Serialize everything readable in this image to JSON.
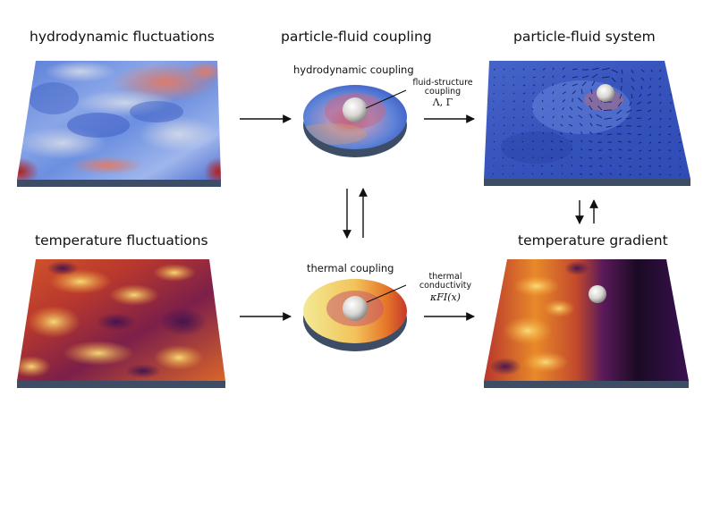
{
  "labels": {
    "hydro_fluct": "hydrodynamic fluctuations",
    "pf_coupling": "particle-fluid coupling",
    "pf_system": "particle-fluid system",
    "temp_fluct": "temperature fluctuations",
    "temp_gradient": "temperature gradient",
    "hydro_coupling": "hydrodynamic coupling",
    "thermal_coupling": "thermal coupling",
    "fs_coupling_1": "fluid-structure",
    "fs_coupling_2": "coupling",
    "fs_params": "Λ, Γ",
    "thermal_cond_1": "thermal",
    "thermal_cond_2": "conductivity",
    "kappa": "κFI(x)"
  },
  "colors": {
    "blue_field": "#3b5bc7",
    "red_field": "#c83a2a",
    "inferno_dark": "#2a0f3d",
    "inferno_bright": "#f6c44a",
    "slab_edge": "#3d4d66"
  }
}
